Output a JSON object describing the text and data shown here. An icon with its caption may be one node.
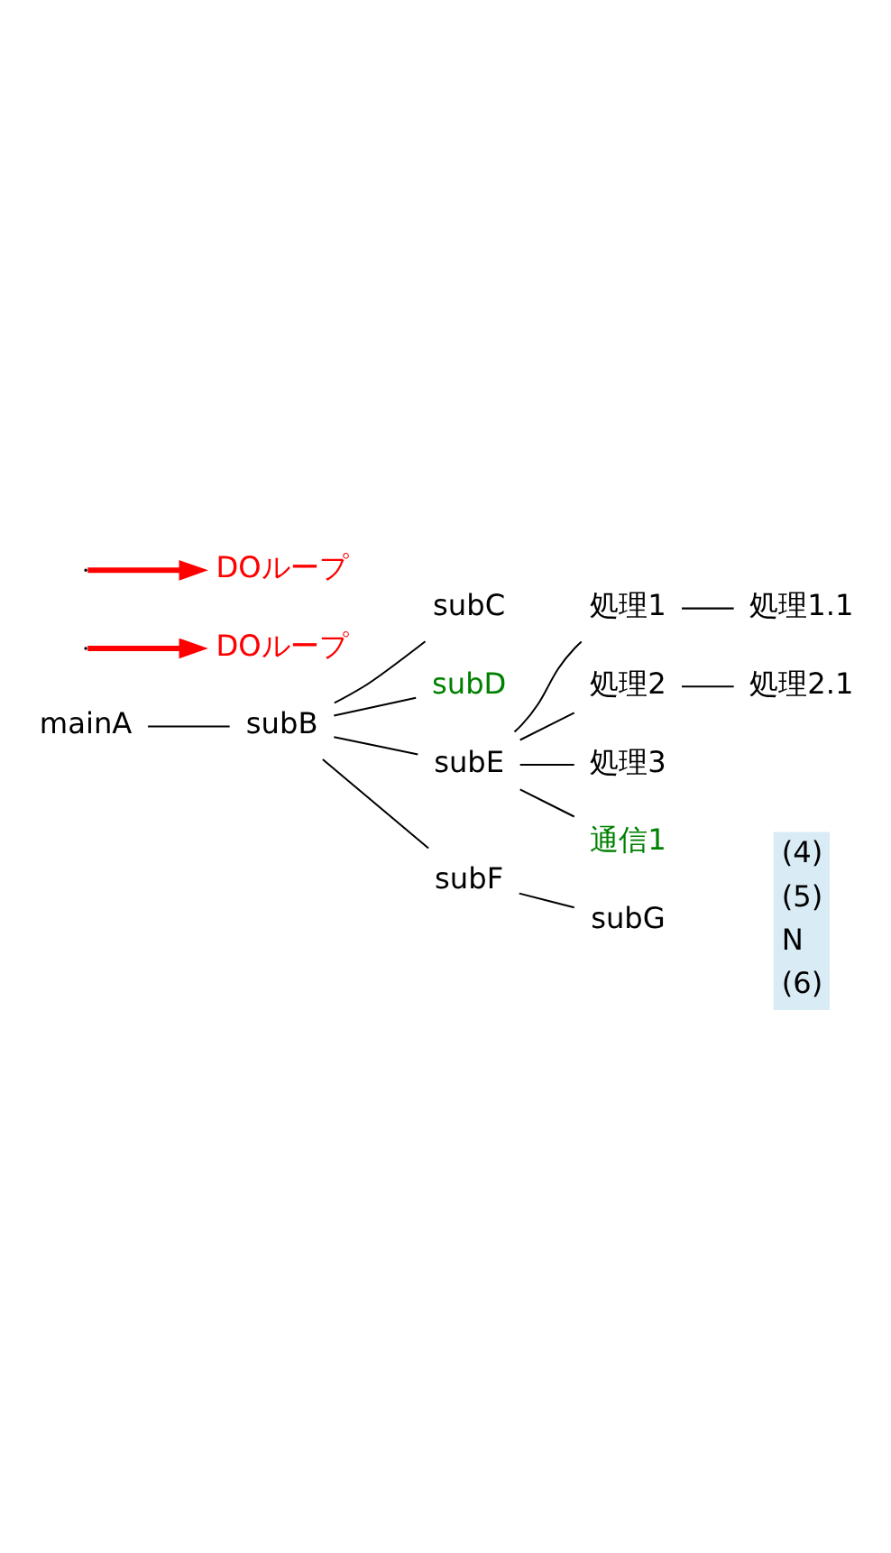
{
  "diagram": {
    "nodes": [
      {
        "text": [
          "mainA"
        ]
      },
      {
        "text": [
          "subB"
        ]
      },
      {
        "text": [
          "subC"
        ]
      },
      {
        "text": [
          "subD"
        ]
      },
      {
        "text": [
          "DOループ"
        ]
      },
      {
        "text": [
          "subE"
        ]
      },
      {
        "text": [
          "処理1"
        ]
      },
      {
        "text": [
          "処理1.1"
        ]
      },
      {
        "text": [
          "DOループ"
        ]
      },
      {
        "text": [
          "処理2"
        ]
      },
      {
        "text": [
          "処理2.1"
        ]
      },
      {
        "text": [
          "処理3"
        ]
      },
      {
        "text": [
          "通信1"
        ]
      },
      {
        "text": [
          "subF"
        ]
      },
      {
        "text": [
          "subG"
        ]
      }
    ],
    "edges": [
      {
        "from": 0,
        "to": 1,
        "arrow": "none"
      },
      {
        "from": 1,
        "to": 2,
        "arrow": "none"
      },
      {
        "from": 1,
        "to": 3,
        "arrow": "none"
      },
      {
        "from": 1,
        "to": 5,
        "arrow": "none"
      },
      {
        "from": 5,
        "to": 6,
        "arrow": "none"
      },
      {
        "from": 6,
        "to": 7,
        "arrow": "none"
      },
      {
        "from": 5,
        "to": 9,
        "arrow": "none"
      },
      {
        "from": 9,
        "to": 10,
        "arrow": "none"
      },
      {
        "from": 5,
        "to": 11,
        "arrow": "none"
      },
      {
        "from": 5,
        "to": 12,
        "arrow": "none"
      },
      {
        "from": 1,
        "to": 13,
        "arrow": "none"
      },
      {
        "from": 13,
        "to": 14,
        "arrow": "none"
      },
      {
        "from": null,
        "to": 4,
        "arrow": "to",
        "style": "thick",
        "color": "#ff0000"
      },
      {
        "from": null,
        "to": 8,
        "arrow": "to",
        "style": "thick",
        "color": "#ff0000"
      }
    ],
    "labels": [
      "(4)",
      "(5)",
      "N",
      "(6)"
    ]
  }
}
